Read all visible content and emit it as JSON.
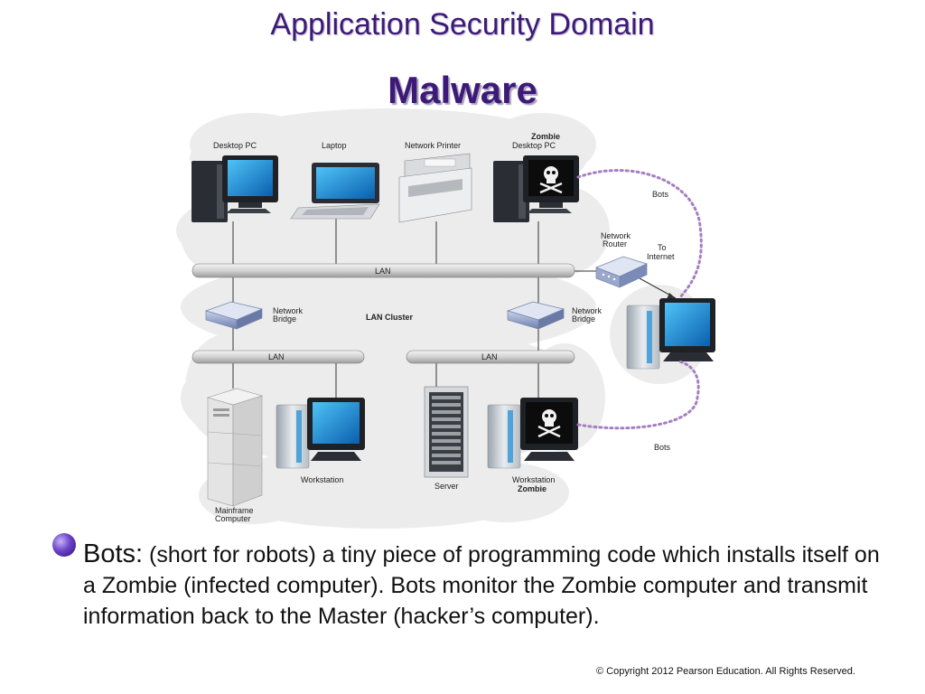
{
  "slide": {
    "title": "Application Security Domain",
    "subtitle": "Malware"
  },
  "diagram": {
    "labels": {
      "desktop_pc": "Desktop PC",
      "laptop": "Laptop",
      "network_printer": "Network Printer",
      "zombie_line1": "Zombie",
      "zombie_line2": "Desktop PC",
      "bots_top": "Bots",
      "network_router_line1": "Network",
      "network_router_line2": "Router",
      "to_internet_line1": "To",
      "to_internet_line2": "Internet",
      "lan_top": "LAN",
      "network_bridge_left_line1": "Network",
      "network_bridge_left_line2": "Bridge",
      "lan_cluster": "LAN Cluster",
      "network_bridge_right_line1": "Network",
      "network_bridge_right_line2": "Bridge",
      "lan_left": "LAN",
      "lan_right": "LAN",
      "workstation": "Workstation",
      "server": "Server",
      "workstation_zombie_line1": "Workstation",
      "workstation_zombie_line2": "Zombie",
      "bots_bottom": "Bots",
      "mainframe_line1": "Mainframe",
      "mainframe_line2": "Computer"
    }
  },
  "bullet": {
    "term": "Bots:",
    "text": " (short for robots) a tiny piece of programming code which installs itself on a Zombie (infected computer). Bots monitor the Zombie computer and transmit information back to the Master (hacker’s computer)."
  },
  "footer": {
    "copyright": "© Copyright 2012 Pearson Education. All Rights Reserved."
  }
}
